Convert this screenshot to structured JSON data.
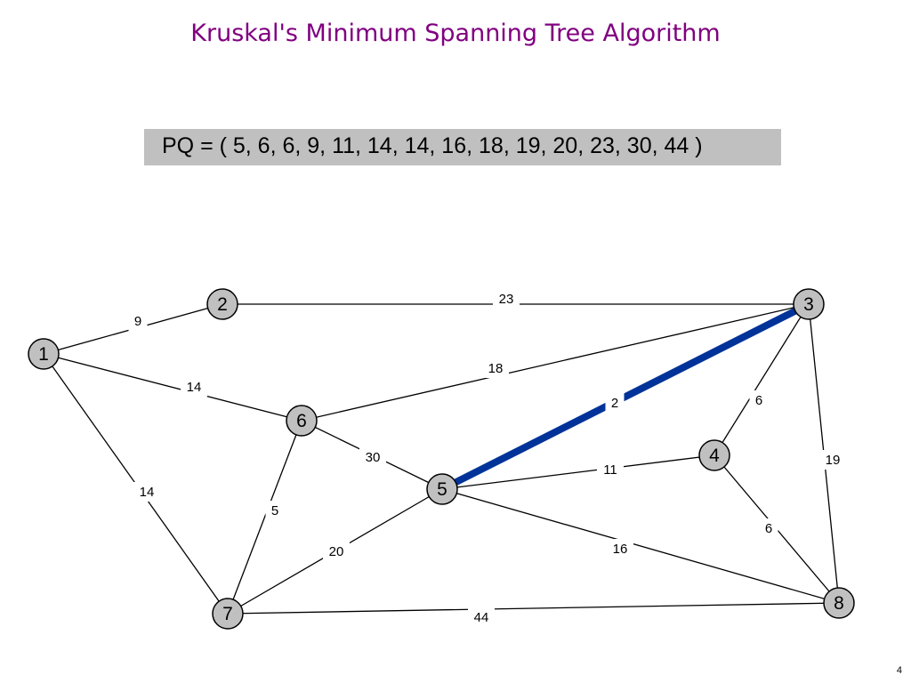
{
  "title": "Kruskal's Minimum Spanning Tree Algorithm",
  "pq_text": "PQ = ( 5, 6, 6, 9, 11, 14, 14, 16, 18, 19, 20, 23, 30, 44 )",
  "page_number": "4",
  "colors": {
    "title": "#800080",
    "highlight_edge": "#003399",
    "node_fill": "#c0c0c0",
    "pq_background": "#c0c0c0"
  },
  "graph": {
    "nodes": [
      "1",
      "2",
      "3",
      "4",
      "5",
      "6",
      "7",
      "8"
    ],
    "edges": [
      {
        "from": "1",
        "to": "2",
        "weight": "9",
        "highlighted": false
      },
      {
        "from": "2",
        "to": "3",
        "weight": "23",
        "highlighted": false
      },
      {
        "from": "1",
        "to": "6",
        "weight": "14",
        "highlighted": false
      },
      {
        "from": "1",
        "to": "7",
        "weight": "14",
        "highlighted": false
      },
      {
        "from": "6",
        "to": "3",
        "weight": "18",
        "highlighted": false
      },
      {
        "from": "6",
        "to": "5",
        "weight": "30",
        "highlighted": false
      },
      {
        "from": "6",
        "to": "7",
        "weight": "5",
        "highlighted": false
      },
      {
        "from": "5",
        "to": "3",
        "weight": "2",
        "highlighted": true
      },
      {
        "from": "3",
        "to": "4",
        "weight": "6",
        "highlighted": false
      },
      {
        "from": "3",
        "to": "8",
        "weight": "19",
        "highlighted": false
      },
      {
        "from": "5",
        "to": "4",
        "weight": "11",
        "highlighted": false
      },
      {
        "from": "4",
        "to": "8",
        "weight": "6",
        "highlighted": false
      },
      {
        "from": "5",
        "to": "8",
        "weight": "16",
        "highlighted": false
      },
      {
        "from": "5",
        "to": "7",
        "weight": "20",
        "highlighted": false
      },
      {
        "from": "7",
        "to": "8",
        "weight": "44",
        "highlighted": false
      }
    ]
  }
}
